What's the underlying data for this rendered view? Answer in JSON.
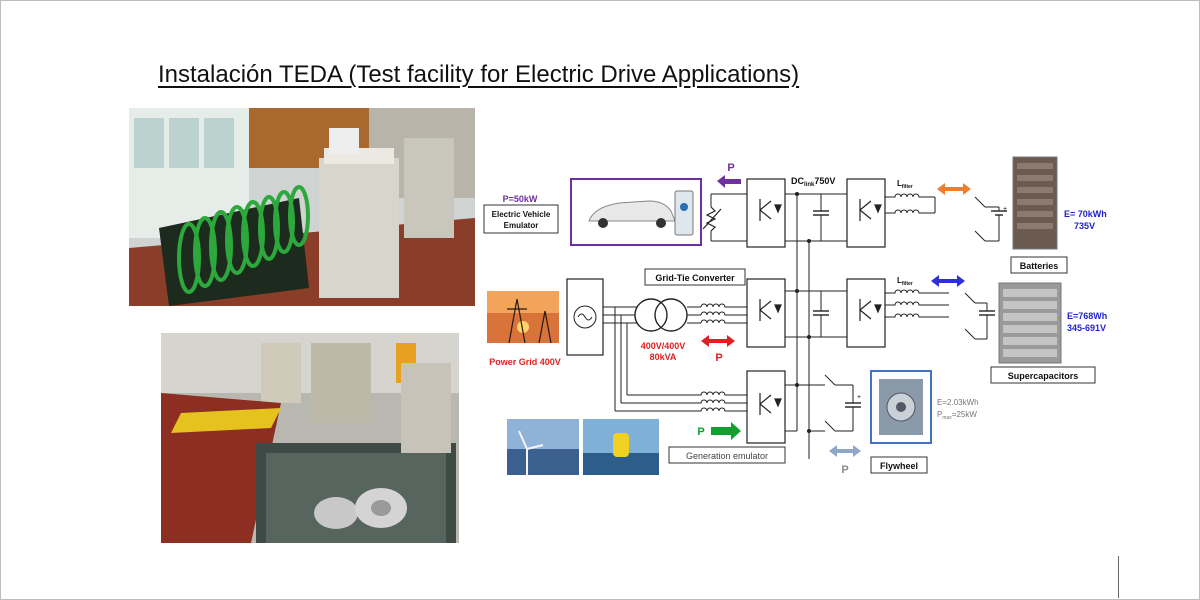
{
  "slide": {
    "title": "Instalación TEDA (Test facility for Electric Drive Applications)"
  },
  "photos": {
    "top": "lab-photo-motor-test-benches",
    "bottom": "lab-photo-flywheel-pit"
  },
  "diagram": {
    "ev_power": "P=50kW",
    "ev_label_1": "Electric Vehicle",
    "ev_label_2": "Emulator",
    "p_ev": "P",
    "dc_link_main": "DC",
    "dc_link_sub": "link",
    "dc_link_voltage": "750V",
    "lfilter_1_main": "L",
    "lfilter_1_sub": "filter",
    "lfilter_2_main": "L",
    "lfilter_2_sub": "filter",
    "battery_energy": "E= 70kWh",
    "battery_voltage": "735V",
    "battery_label": "Batteries",
    "grid_tie_label": "Grid-Tie Converter",
    "power_grid_label": "Power Grid 400V",
    "transformer_voltage": "400V/400V",
    "transformer_power": "80kVA",
    "p_grid": "P",
    "supercap_energy": "E=768Wh",
    "supercap_voltage": "345-691V",
    "supercap_label": "Supercapacitors",
    "p_gen": "P",
    "generation_label": "Generation emulator",
    "flywheel_energy": "E=2.03kWh",
    "flywheel_power_main": "P",
    "flywheel_power_sub": "max",
    "flywheel_power_val": "=25kW",
    "p_flywheel": "P",
    "flywheel_label": "Flywheel"
  },
  "colors": {
    "ev_box": "#7030a0",
    "ev_arrow": "#7030a0",
    "battery_arrow": "#ed7d31",
    "supercap_arrow": "#2f2fd8",
    "grid_arrow": "#e02020",
    "gen_arrow": "#10a030",
    "flywheel_arrow": "#8fa8c8",
    "grid_text": "#e02020",
    "blue_text": "#1f1fd0",
    "flywheel_box": "#4472c4"
  }
}
